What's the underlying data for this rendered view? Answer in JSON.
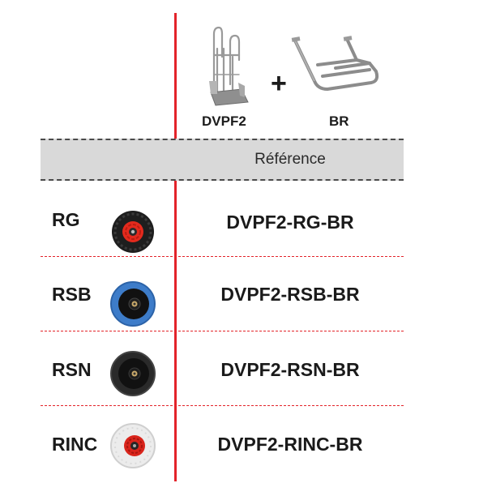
{
  "products": {
    "left": {
      "label": "DVPF2",
      "icon": "hand-truck-icon"
    },
    "operator": "+",
    "right": {
      "label": "BR",
      "icon": "platform-frame-icon"
    }
  },
  "table": {
    "header": "Référence",
    "rows": [
      {
        "code": "RG",
        "wheel": "pneumatic-wheel-red-hub",
        "reference": "DVPF2-RG-BR"
      },
      {
        "code": "RSB",
        "wheel": "solid-wheel-blue",
        "reference": "DVPF2-RSB-BR"
      },
      {
        "code": "RSN",
        "wheel": "solid-wheel-black",
        "reference": "DVPF2-RSN-BR"
      },
      {
        "code": "RINC",
        "wheel": "puncture-proof-wheel-white",
        "reference": "DVPF2-RINC-BR"
      }
    ]
  },
  "colors": {
    "accent_red": "#e3232a",
    "header_gray": "#d9d9d9",
    "text": "#1a1a1a"
  }
}
